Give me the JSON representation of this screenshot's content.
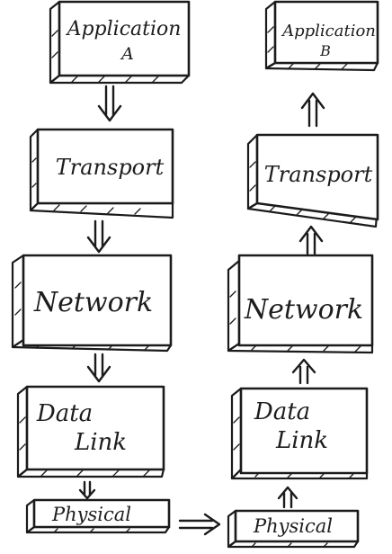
{
  "stacks": {
    "left": {
      "application": {
        "line1": "Application",
        "line2": "A"
      },
      "transport": "Transport",
      "network": "Network",
      "datalink": {
        "line1": "Data",
        "line2": "Link"
      },
      "physical": "Physical"
    },
    "right": {
      "application": {
        "line1": "Application",
        "line2": "B"
      },
      "transport": "Transport",
      "network": "Network",
      "datalink": {
        "line1": "Data",
        "line2": "Link"
      },
      "physical": "Physical"
    }
  },
  "flow": {
    "left": "down",
    "right": "up",
    "between_physical": "right"
  },
  "colors": {
    "ink": "#1b1b1b",
    "paper": "#ffffff"
  }
}
